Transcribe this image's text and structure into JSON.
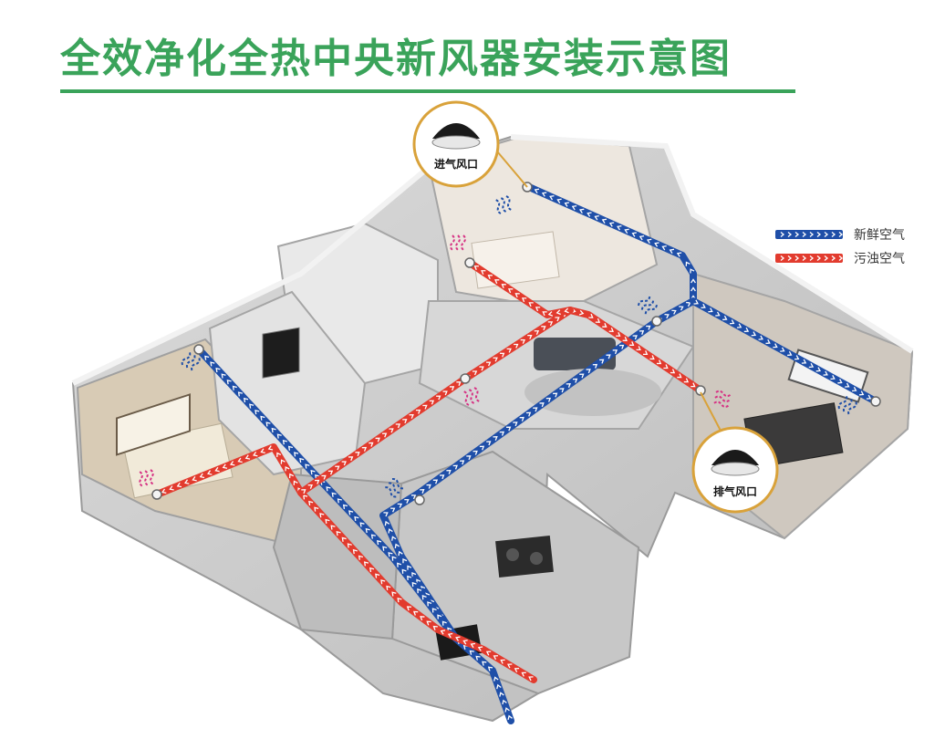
{
  "title": "全效净化全热中央新风器安装示意图",
  "legend": {
    "fresh_label": "新鲜空气",
    "exhaust_label": "污浊空气"
  },
  "vents": {
    "intake_label": "进气风口",
    "exhaust_label": "排气风口"
  },
  "colors": {
    "title_green": "#3aa35a",
    "fresh_blue": "#1f4fa8",
    "exhaust_red": "#e23b2e",
    "callout_gold": "#d9a23a"
  }
}
